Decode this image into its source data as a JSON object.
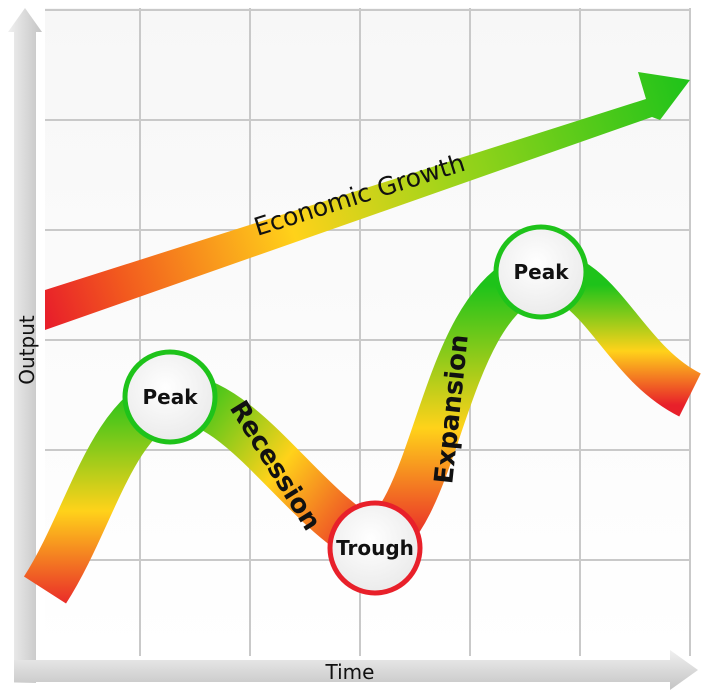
{
  "axes": {
    "y_label": "Output",
    "x_label": "Time"
  },
  "growth_arrow": {
    "label": "Economic Growth",
    "colors": [
      "#e8202a",
      "#ffd21a",
      "#22c21a"
    ]
  },
  "cycle_curve": {
    "colors": {
      "low": "#e8202a",
      "mid": "#ffd21a",
      "high": "#1ec31a"
    }
  },
  "phases": {
    "recession": "Recession",
    "expansion": "Expansion"
  },
  "nodes": {
    "peak_1": "Peak",
    "trough": "Trough",
    "peak_2": "Peak"
  },
  "node_colors": {
    "peak": "#1ec31a",
    "trough": "#e8202a"
  }
}
